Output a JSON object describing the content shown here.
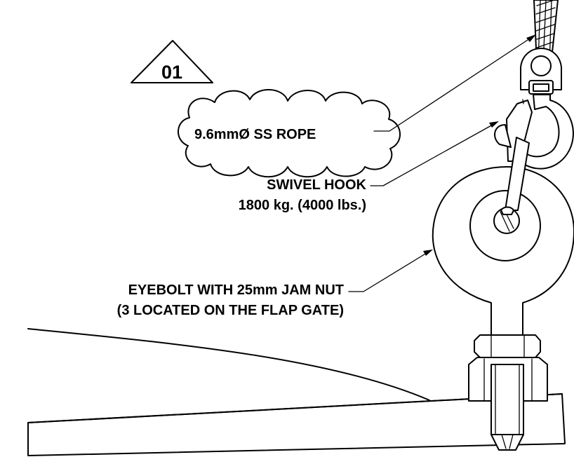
{
  "detail": {
    "id": "01"
  },
  "labels": {
    "rope": "9.6mmØ SS ROPE",
    "hook_line1": "SWIVEL HOOK",
    "hook_line2": "1800 kg. (4000 lbs.)",
    "eyebolt_line1": "EYEBOLT WITH 25mm JAM NUT",
    "eyebolt_line2": "(3 LOCATED ON THE FLAP GATE)"
  }
}
